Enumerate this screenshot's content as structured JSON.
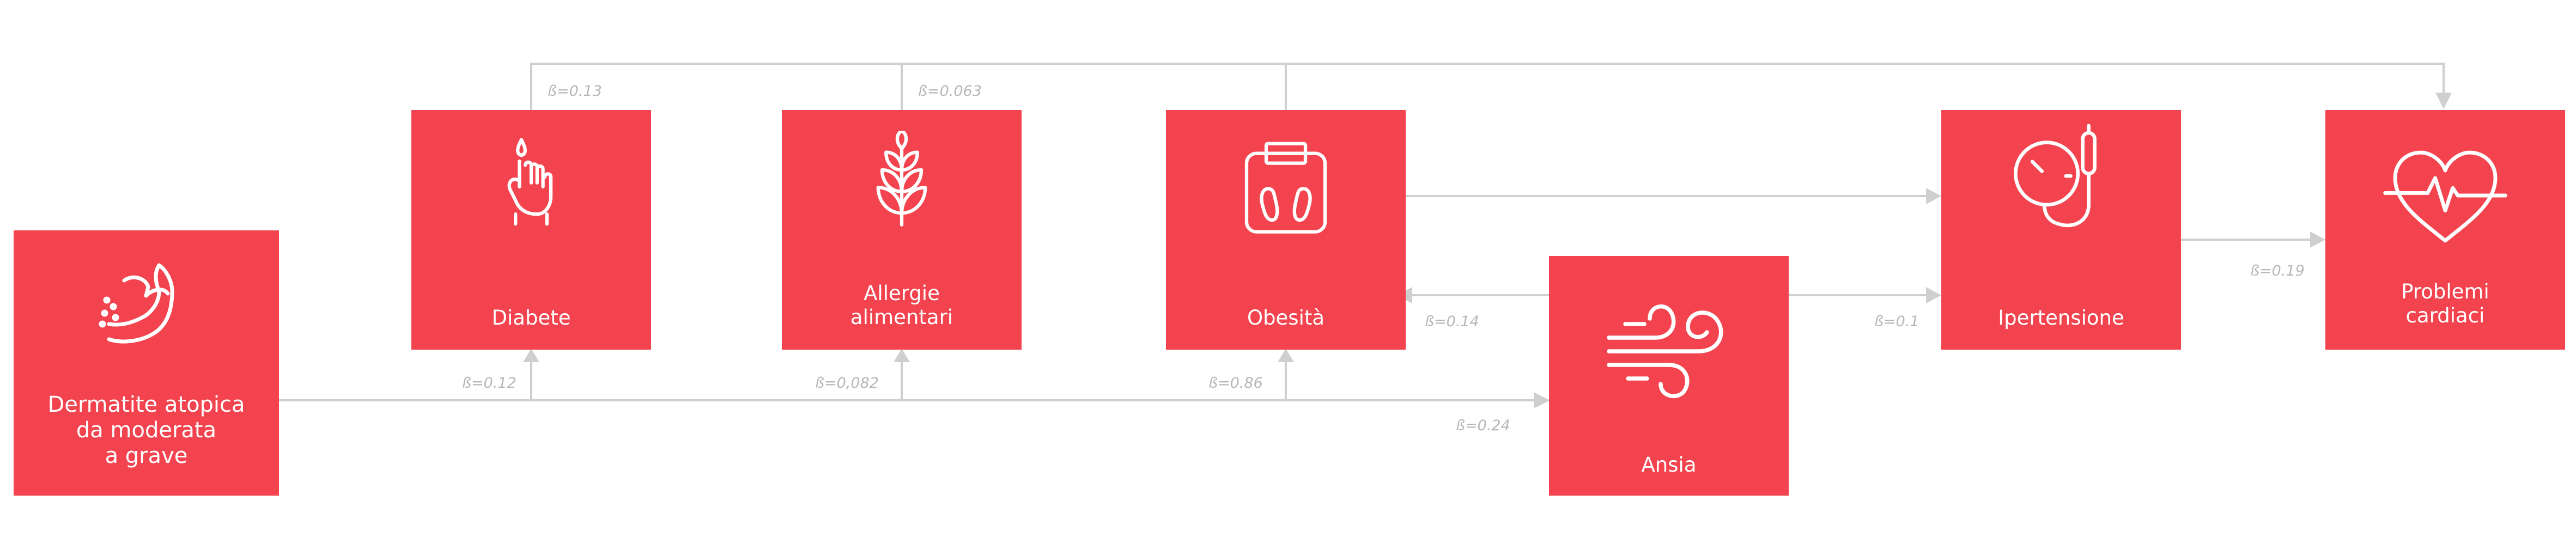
{
  "colors": {
    "node_fill": "#f2434e",
    "node_text": "#ffffff",
    "connector": "#cfcfcf",
    "edge_label": "#b7b7b7"
  },
  "nodes": {
    "dermatite": {
      "label": "Dermatite atopica\nda moderata\na grave",
      "icon": "arm-skin-icon"
    },
    "diabete": {
      "label": "Diabete",
      "icon": "finger-blood-drop-icon"
    },
    "allergie": {
      "label": "Allergie\nalimentari",
      "icon": "wheat-icon"
    },
    "obesita": {
      "label": "Obesità",
      "icon": "scale-icon"
    },
    "ansia": {
      "label": "Ansia",
      "icon": "wind-icon"
    },
    "ipertensione": {
      "label": "Ipertensione",
      "icon": "blood-pressure-gauge-icon"
    },
    "problemi": {
      "label": "Problemi\ncardiaci",
      "icon": "heart-ecg-icon"
    }
  },
  "edges": {
    "dermatite_diabete": "ß=0.12",
    "dermatite_allergie": "ß=0,082",
    "dermatite_obesita": "ß=0.86",
    "dermatite_ansia": "ß=0.24",
    "diabete_problemi": "ß=0.13",
    "allergie_problemi": "ß=0.063",
    "ansia_obesita": "ß=0.14",
    "ansia_ipertensione": "ß=0.1",
    "ipertensione_problemi": "ß=0.19"
  }
}
